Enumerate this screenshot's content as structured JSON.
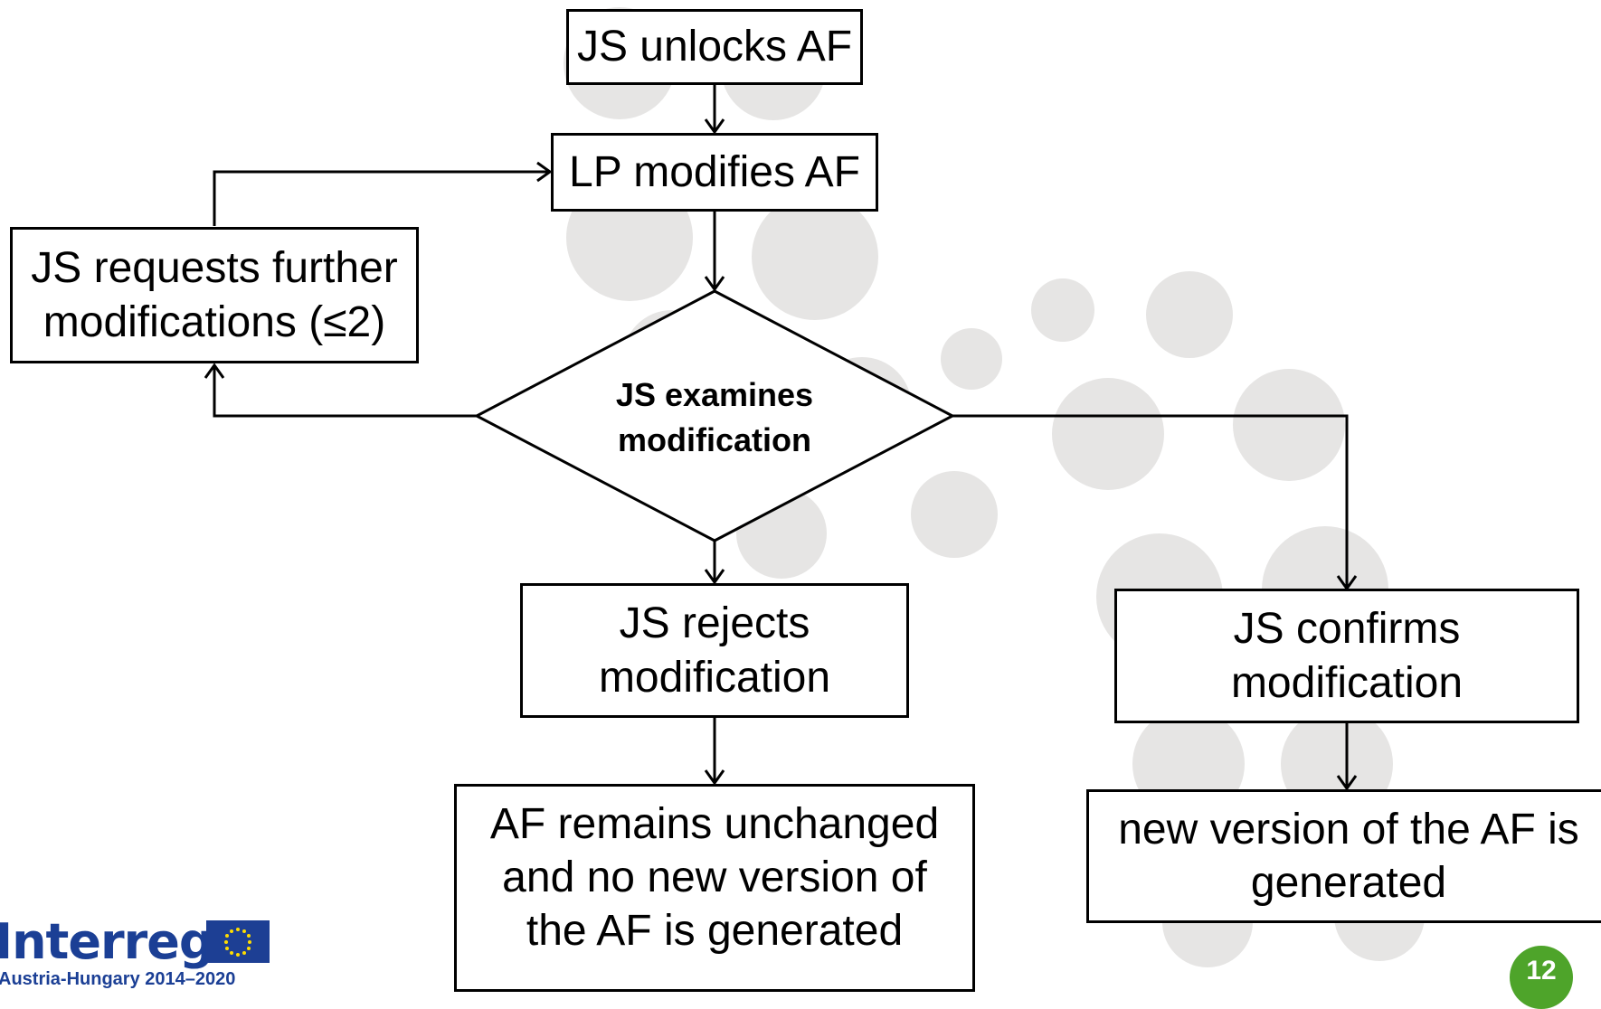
{
  "nodes": {
    "unlock": "JS unlocks AF",
    "modify": "LP modifies AF",
    "request": "JS requests further modifications (≤2)",
    "examine": "JS examines modification",
    "reject": "JS rejects modification",
    "confirm": "JS confirms modification",
    "unchanged": "AF remains unchanged and no new version of the AF is generated",
    "new_version": "new version of the AF is generated"
  },
  "logo": {
    "name": "Interreg",
    "subtitle": "Austria-Hungary 2014–2020"
  },
  "page_number": "12",
  "colors": {
    "decor_circles": "#e6e5e4",
    "logo_blue": "#1b3f95",
    "page_badge": "#4ea42a"
  }
}
